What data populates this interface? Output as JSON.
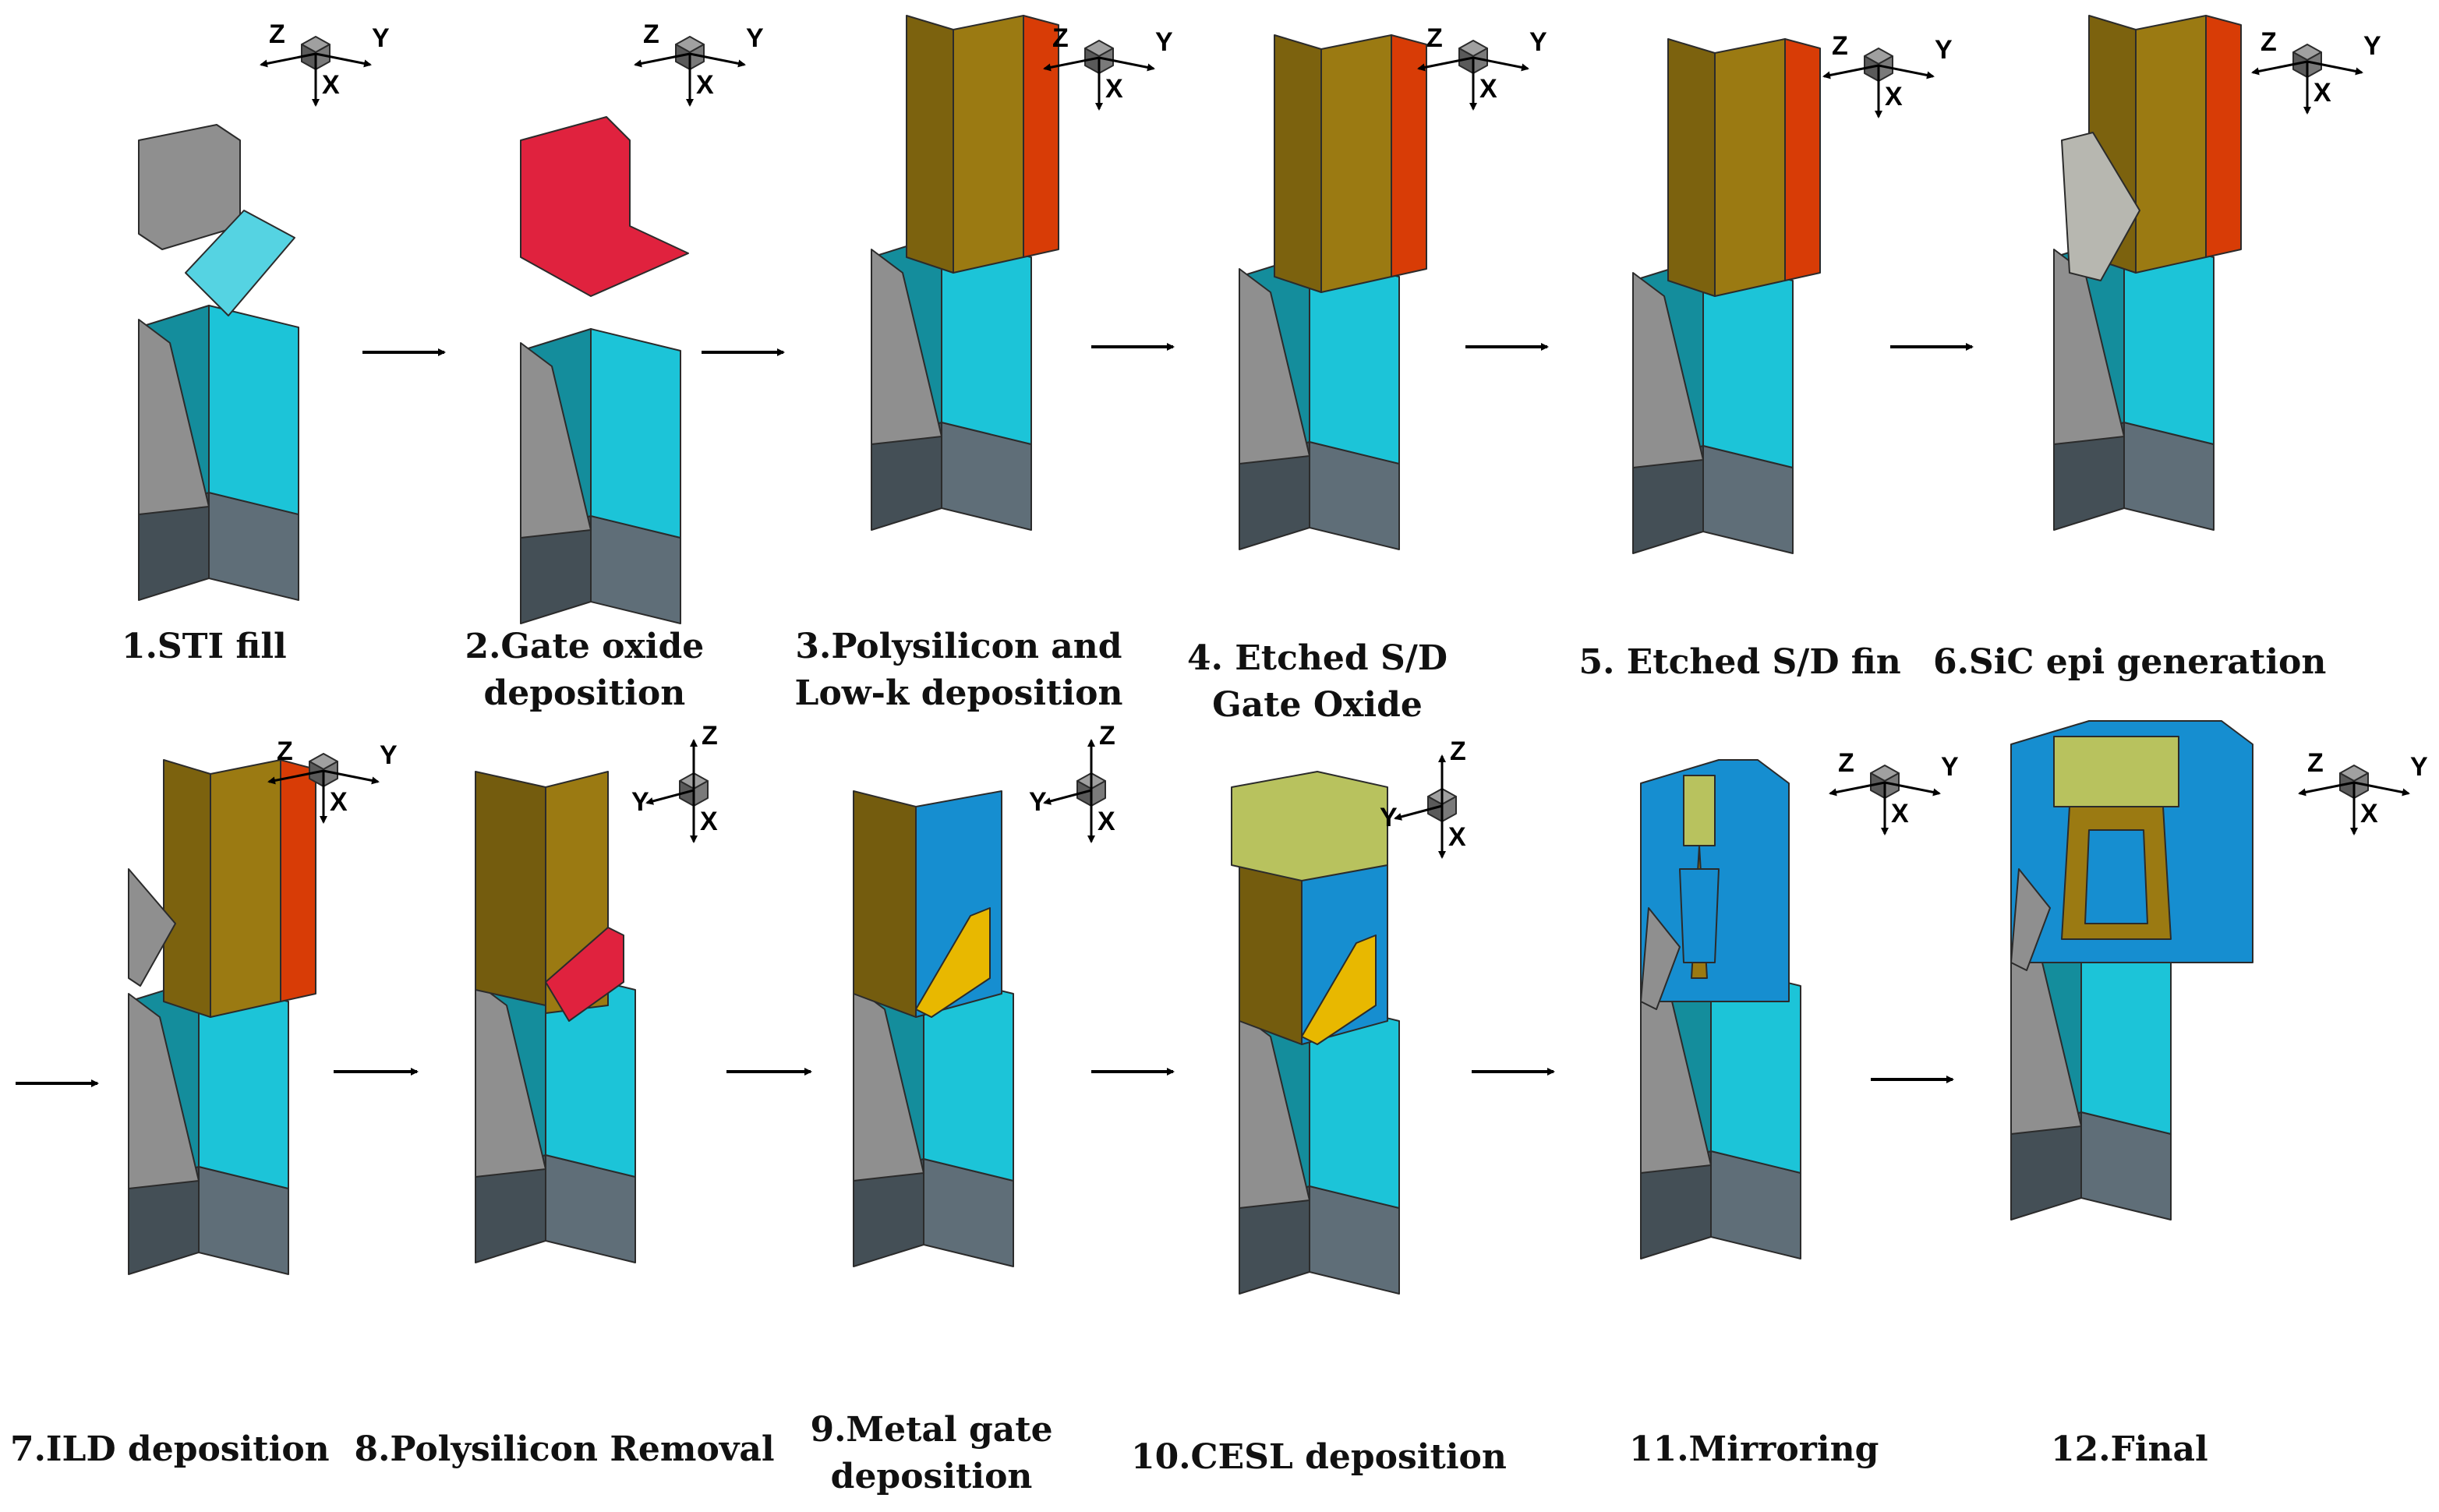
{
  "steps": [
    {
      "number": "1",
      "lines": [
        "1.STI fill"
      ],
      "stage": "sti"
    },
    {
      "number": "2",
      "lines": [
        "2.Gate oxide",
        "deposition"
      ],
      "stage": "oxide"
    },
    {
      "number": "3",
      "lines": [
        "3.Polysilicon and",
        "Low-k deposition"
      ],
      "stage": "poly"
    },
    {
      "number": "4",
      "lines": [
        "4. Etched S/D",
        "Gate Oxide"
      ],
      "stage": "etch_oxide"
    },
    {
      "number": "5",
      "lines": [
        "5. Etched S/D fin"
      ],
      "stage": "etch_fin"
    },
    {
      "number": "6",
      "lines": [
        "6.SiC epi generation"
      ],
      "stage": "epi"
    },
    {
      "number": "7",
      "lines": [
        "7.ILD deposition"
      ],
      "stage": "ild"
    },
    {
      "number": "8",
      "lines": [
        "8.Polysilicon Removal"
      ],
      "stage": "poly_removal"
    },
    {
      "number": "9",
      "lines": [
        "9.Metal gate",
        "deposition"
      ],
      "stage": "metal_gate"
    },
    {
      "number": "10",
      "lines": [
        "10.CESL deposition"
      ],
      "stage": "cesl"
    },
    {
      "number": "11",
      "lines": [
        "11.Mirroring"
      ],
      "stage": "mirror"
    },
    {
      "number": "12",
      "lines": [
        "12.Final"
      ],
      "stage": "final"
    }
  ],
  "axes_labels": {
    "z": "Z",
    "y": "Y",
    "x": "X"
  },
  "colors": {
    "substrate": "#5f6e78",
    "fin": "#1cc4d8",
    "sti": "#8f8f8f",
    "oxide": "#e0223e",
    "poly": "#9b7a12",
    "lowk": "#d83c06",
    "sic": "#b7b7b0",
    "ild": "#168ed0",
    "metal": "#e8b800",
    "cesl": "#b8c25e"
  }
}
